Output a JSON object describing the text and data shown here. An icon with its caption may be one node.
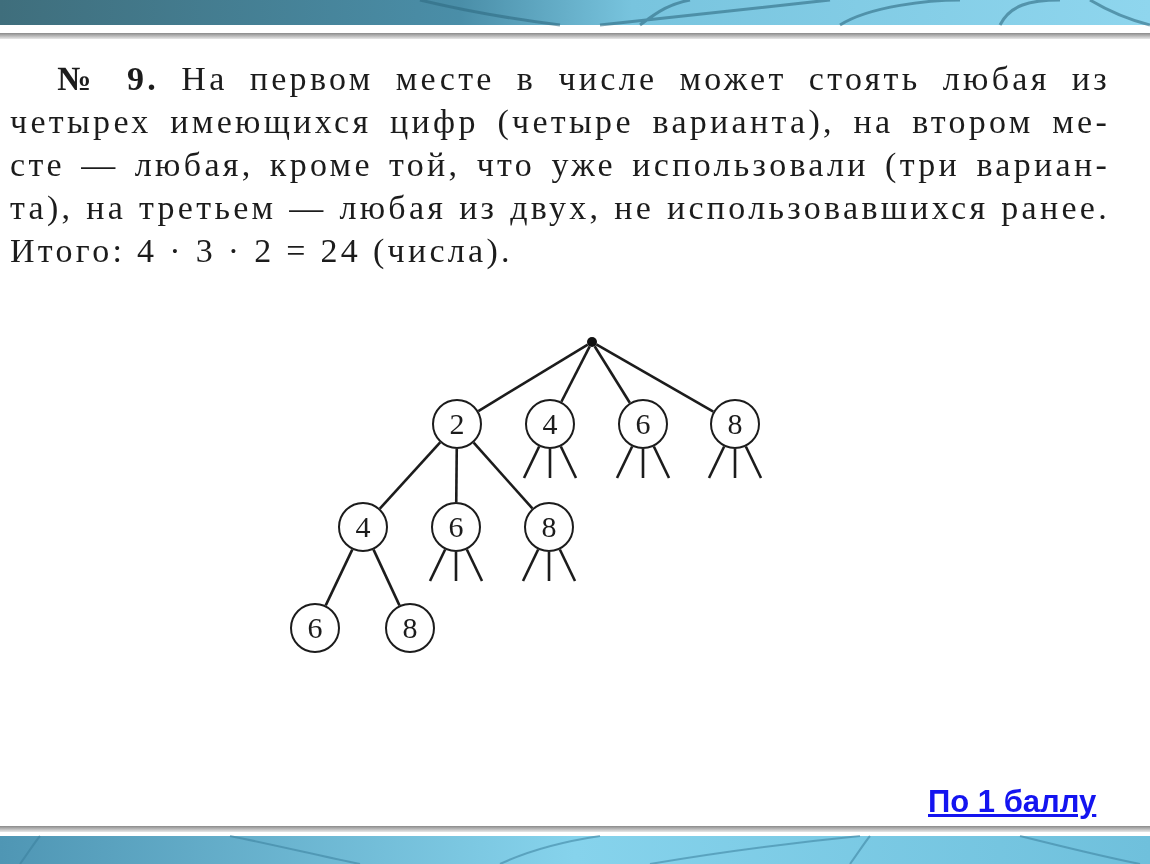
{
  "diagram": {
    "nodes": [
      {
        "text": [],
        "shape": "circle"
      },
      {
        "text": [
          "2"
        ]
      },
      {
        "text": [
          "4"
        ]
      },
      {
        "text": [
          "6"
        ]
      },
      {
        "text": [
          "8"
        ]
      },
      {
        "text": [
          "4"
        ]
      },
      {
        "text": [
          "6"
        ]
      },
      {
        "text": [
          "8"
        ]
      },
      {
        "text": [
          "6"
        ]
      },
      {
        "text": [
          "8"
        ]
      }
    ],
    "edges": [
      {
        "from": 0,
        "to": 1,
        "arrow": "none"
      },
      {
        "from": 0,
        "to": 2,
        "arrow": "none"
      },
      {
        "from": 0,
        "to": 3,
        "arrow": "none"
      },
      {
        "from": 0,
        "to": 4,
        "arrow": "none"
      },
      {
        "from": 1,
        "to": 5,
        "arrow": "none"
      },
      {
        "from": 1,
        "to": 6,
        "arrow": "none"
      },
      {
        "from": 1,
        "to": 7,
        "arrow": "none"
      },
      {
        "from": 2,
        "to": null,
        "arrow": "none"
      },
      {
        "from": 2,
        "to": null,
        "arrow": "none"
      },
      {
        "from": 2,
        "to": null,
        "arrow": "none"
      },
      {
        "from": 3,
        "to": null,
        "arrow": "none"
      },
      {
        "from": 3,
        "to": null,
        "arrow": "none"
      },
      {
        "from": 3,
        "to": null,
        "arrow": "none"
      },
      {
        "from": 4,
        "to": null,
        "arrow": "none"
      },
      {
        "from": 4,
        "to": null,
        "arrow": "none"
      },
      {
        "from": 4,
        "to": null,
        "arrow": "none"
      },
      {
        "from": 5,
        "to": 8,
        "arrow": "none"
      },
      {
        "from": 5,
        "to": 9,
        "arrow": "none"
      },
      {
        "from": 6,
        "to": null,
        "arrow": "none"
      },
      {
        "from": 6,
        "to": null,
        "arrow": "none"
      },
      {
        "from": 6,
        "to": null,
        "arrow": "none"
      },
      {
        "from": 7,
        "to": null,
        "arrow": "none"
      },
      {
        "from": 7,
        "to": null,
        "arrow": "none"
      },
      {
        "from": 7,
        "to": null,
        "arrow": "none"
      }
    ],
    "labels": [
      "**№ 9.** На первом месте в числе может стоять любая из четырех имеющихся цифр (четыре варианта), на втором ме-сте — любая, кроме той, что уже использовали (три вариан-та), на третьем — любая из двух, не использовавшихся ранее. Итого: 4 · 3 · 2 = 24 (числа).",
      "По 1 баллу"
    ]
  }
}
